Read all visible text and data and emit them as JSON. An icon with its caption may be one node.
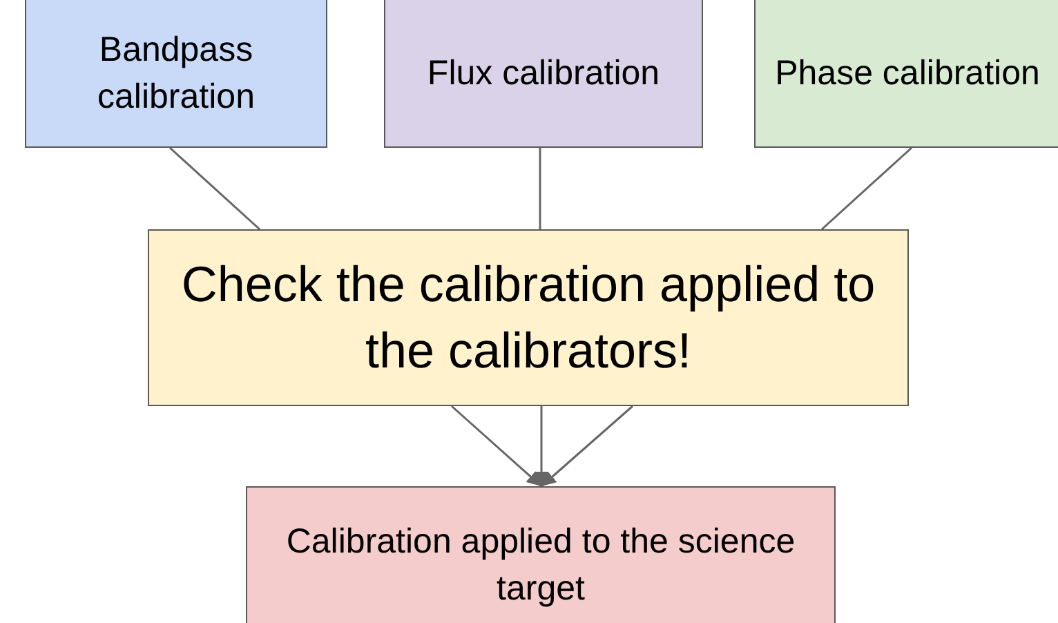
{
  "diagram": {
    "nodes": [
      {
        "text": [
          "Bandpass calibration"
        ]
      },
      {
        "text": [
          "Flux calibration"
        ]
      },
      {
        "text": [
          "Phase calibration"
        ]
      },
      {
        "text": [
          "Check the calibration applied to the calibrators!"
        ]
      },
      {
        "text": [
          "Calibration applied to the science target"
        ]
      }
    ],
    "edges": [
      {
        "from": 0,
        "to": 3,
        "arrow": "none"
      },
      {
        "from": 1,
        "to": 3,
        "arrow": "none"
      },
      {
        "from": 2,
        "to": 3,
        "arrow": "none"
      },
      {
        "from": 3,
        "to": 4,
        "arrow": "to"
      },
      {
        "from": 3,
        "to": 4,
        "arrow": "to"
      },
      {
        "from": 3,
        "to": 4,
        "arrow": "to"
      }
    ]
  }
}
